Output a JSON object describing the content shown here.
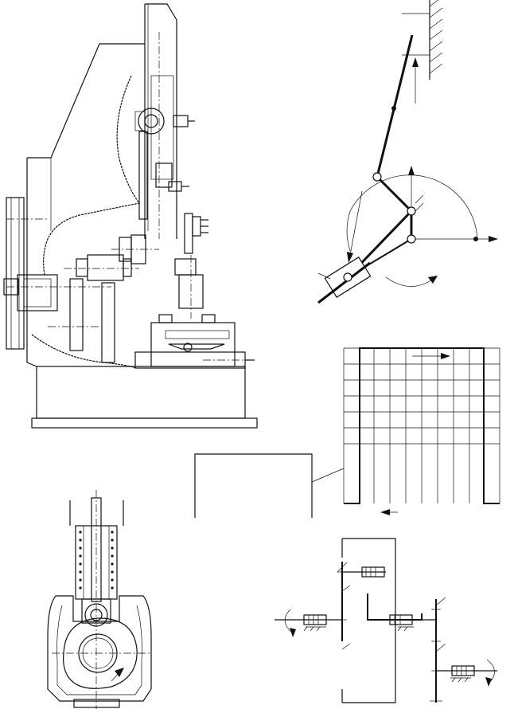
{
  "figure": {
    "views": [
      {
        "id": "machine-side-view",
        "icon": "mechanical-drawing"
      },
      {
        "id": "linkage-mechanism",
        "icon": "kinematic-diagram"
      },
      {
        "id": "gear-cutting-grid",
        "icon": "grid-diagram"
      },
      {
        "id": "spring-cam-mechanism",
        "icon": "mechanical-drawing"
      },
      {
        "id": "gear-train-schematic",
        "icon": "kinematic-diagram"
      }
    ]
  },
  "colors": {
    "ink": "#111111",
    "paper": "#ffffff"
  }
}
